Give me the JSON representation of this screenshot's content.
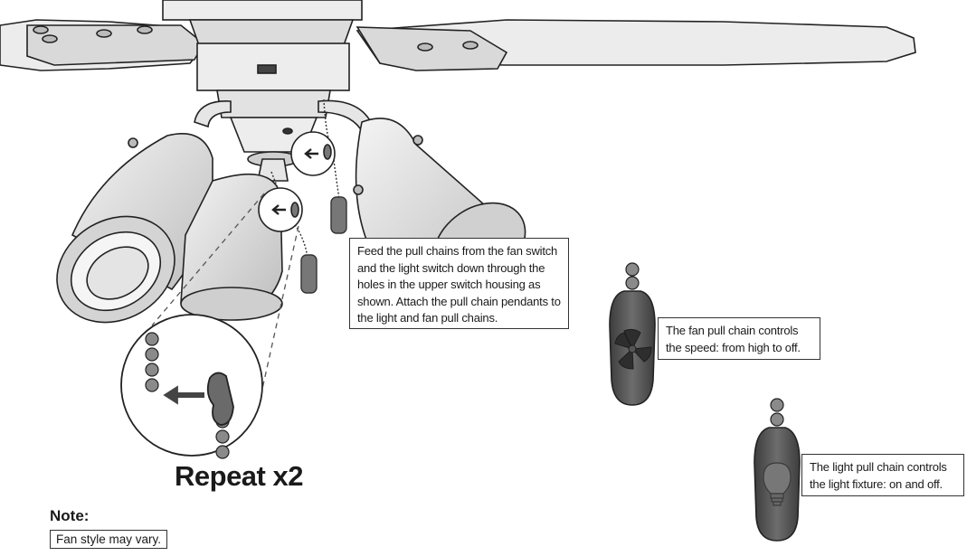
{
  "callouts": {
    "main": "Feed the pull chains from the fan switch and the light switch down through the holes in the upper switch housing as shown. Attach the pull chain pendants to the light and fan pull chains.",
    "fan": "The fan pull chain controls the speed: from high to off.",
    "light": "The light pull chain controls the light fixture: on and off."
  },
  "repeat_label": "Repeat x2",
  "note": {
    "label": "Note:",
    "text": "Fan style may vary."
  },
  "colors": {
    "line": "#222222",
    "fixture": "#e9e9e9",
    "fixture_shade": "#cfcfcf",
    "pendant_dark": "#4a4a4a",
    "pendant_mid": "#7a7a7a",
    "bead": "#8a8a8a"
  }
}
